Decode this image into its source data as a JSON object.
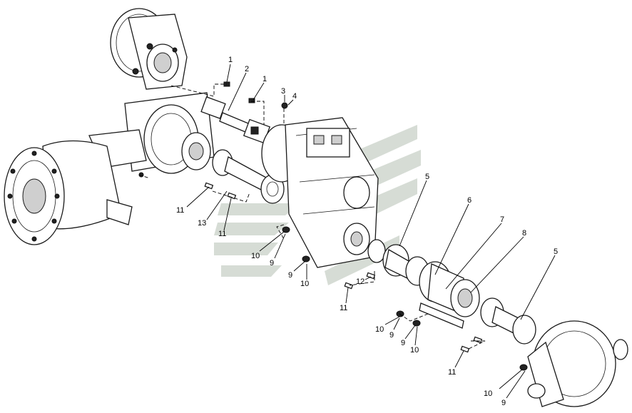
{
  "callouts": [
    {
      "id": "c1a",
      "text": "1"
    },
    {
      "id": "c2",
      "text": "2"
    },
    {
      "id": "c1b",
      "text": "1"
    },
    {
      "id": "c3",
      "text": "3"
    },
    {
      "id": "c4",
      "text": "4"
    },
    {
      "id": "c5a",
      "text": "5"
    },
    {
      "id": "c6",
      "text": "6"
    },
    {
      "id": "c7",
      "text": "7"
    },
    {
      "id": "c8",
      "text": "8"
    },
    {
      "id": "c5b",
      "text": "5"
    },
    {
      "id": "c11a",
      "text": "11"
    },
    {
      "id": "c13",
      "text": "13"
    },
    {
      "id": "c11b",
      "text": "11"
    },
    {
      "id": "c10a",
      "text": "10"
    },
    {
      "id": "c9a",
      "text": "9"
    },
    {
      "id": "c9b",
      "text": "9"
    },
    {
      "id": "c10b",
      "text": "10"
    },
    {
      "id": "c12",
      "text": "12"
    },
    {
      "id": "c11c",
      "text": "11"
    },
    {
      "id": "c10c",
      "text": "10"
    },
    {
      "id": "c9c",
      "text": "9"
    },
    {
      "id": "c9d",
      "text": "9"
    },
    {
      "id": "c10d",
      "text": "10"
    },
    {
      "id": "c11d",
      "text": "11"
    },
    {
      "id": "c10e",
      "text": "10"
    },
    {
      "id": "c9e",
      "text": "9"
    }
  ],
  "colors": {
    "line": "#1a1a1a",
    "watermark": "#d6dcd5",
    "background": "#ffffff"
  }
}
